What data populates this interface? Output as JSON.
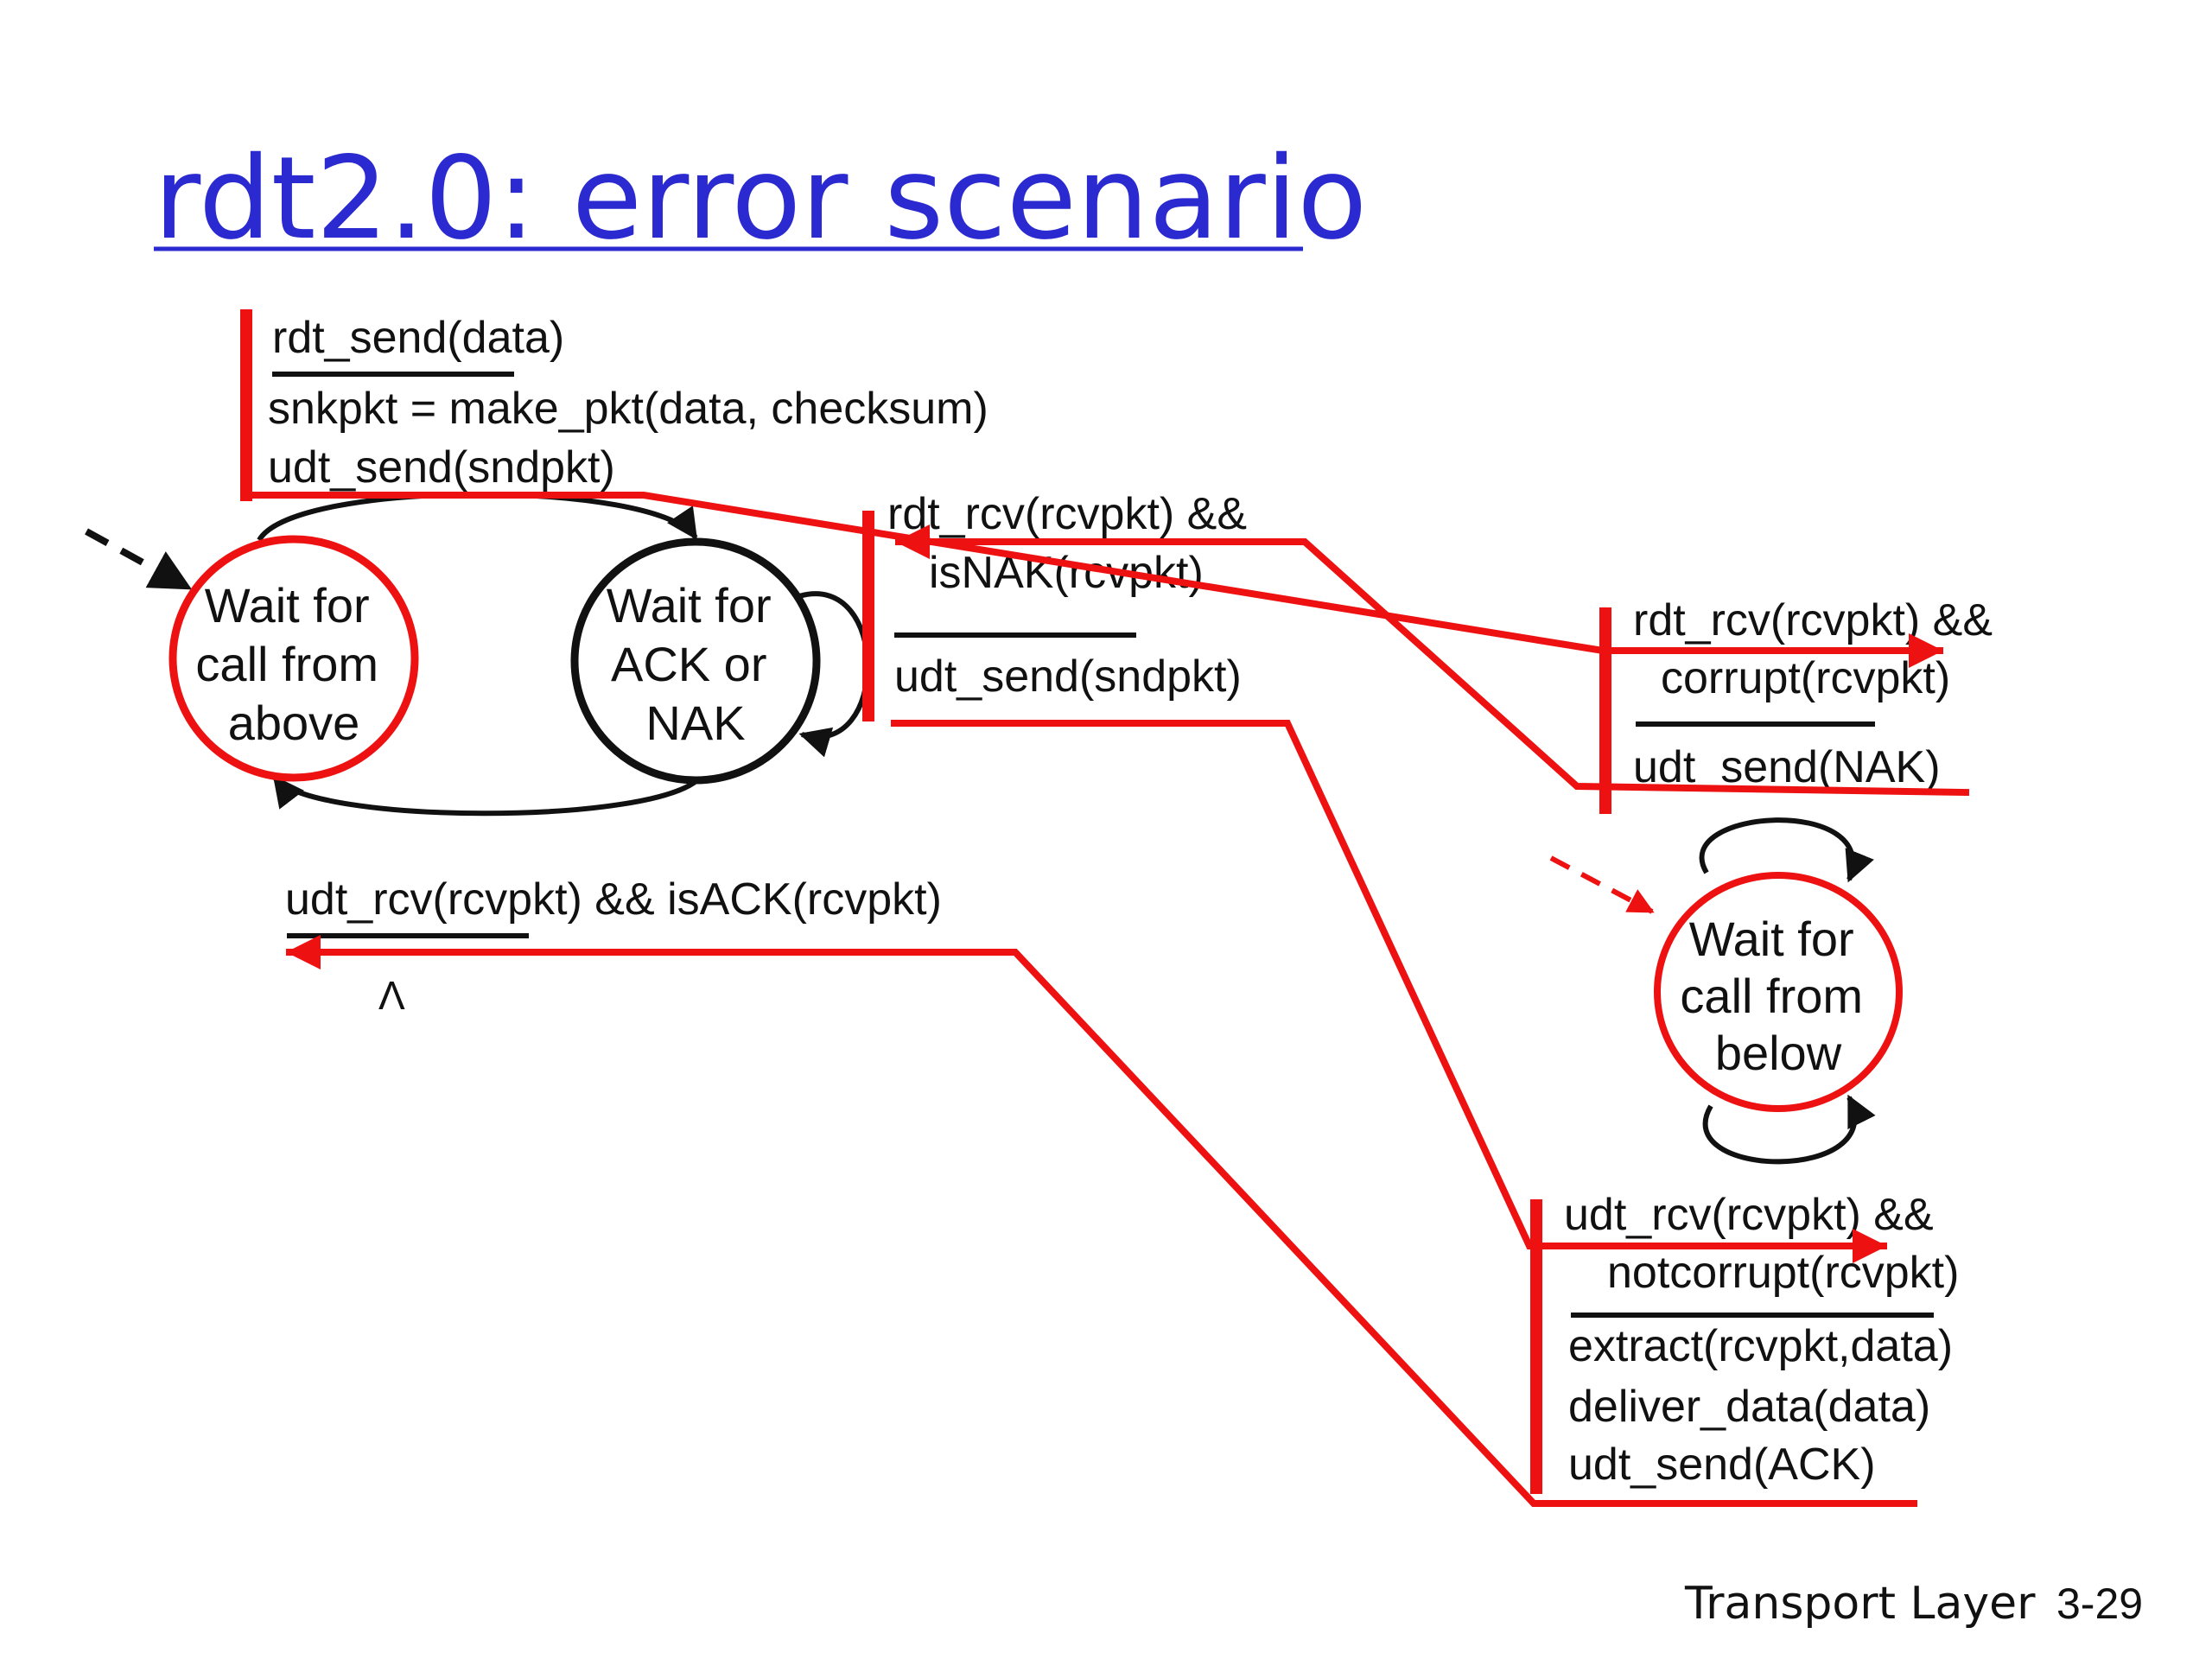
{
  "slide": {
    "title": "rdt2.0: error scenario",
    "footer_section": "Transport Layer",
    "footer_page": "3-29"
  },
  "colors": {
    "title": "#2a2ad0",
    "highlight": "#ee1111",
    "ink": "#111111"
  },
  "sender": {
    "state_call_from_above": [
      "Wait for",
      "call from",
      "above"
    ],
    "state_wait_ack_nak": [
      "Wait for",
      "ACK or",
      "NAK"
    ],
    "transition_send": {
      "event": "rdt_send(data)",
      "actions": [
        "snkpkt = make_pkt(data, checksum)",
        "udt_send(sndpkt)"
      ]
    },
    "transition_nak": {
      "event": [
        "rdt_rcv(rcvpkt) &&",
        "isNAK(rcvpkt)"
      ],
      "actions": [
        "udt_send(sndpkt)"
      ]
    },
    "transition_ack": {
      "event": "udt_rcv(rcvpkt) && isACK(rcvpkt)",
      "action_symbol": "Λ"
    }
  },
  "receiver": {
    "state_call_from_below": [
      "Wait for",
      "call from",
      "below"
    ],
    "transition_corrupt": {
      "event": [
        "rdt_rcv(rcvpkt) &&",
        "corrupt(rcvpkt)"
      ],
      "actions": [
        "udt_send(NAK)"
      ]
    },
    "transition_notcorrupt": {
      "event": [
        "udt_rcv(rcvpkt) &&",
        "notcorrupt(rcvpkt)"
      ],
      "actions": [
        "extract(rcvpkt,data)",
        "deliver_data(data)",
        "udt_send(ACK)"
      ]
    }
  }
}
